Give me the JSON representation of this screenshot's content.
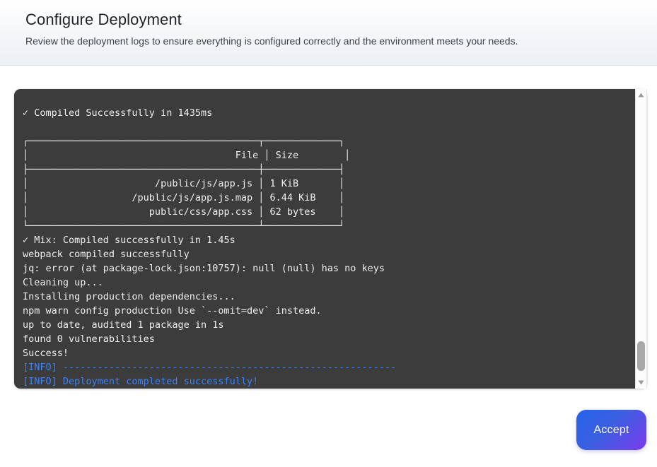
{
  "header": {
    "title": "Configure Deployment",
    "subtitle": "Review the deployment logs to ensure everything is configured correctly and the environment meets your needs."
  },
  "terminal": {
    "background_color": "#3c3c3c",
    "text_color": "#efefef",
    "info_color": "#3b82f6",
    "lines": [
      {
        "text": "✓ Compiled Successfully in 1435ms",
        "style": "normal"
      },
      {
        "text": "",
        "style": "blank"
      },
      {
        "text": "┌────────────────────────────────────────┬─────────────┐",
        "style": "normal"
      },
      {
        "text": "│                                    File │ Size        │",
        "style": "normal"
      },
      {
        "text": "├────────────────────────────────────────┼─────────────┤",
        "style": "normal"
      },
      {
        "text": "│                      /public/js/app.js │ 1 KiB       │",
        "style": "normal"
      },
      {
        "text": "│                  /public/js/app.js.map │ 6.44 KiB    │",
        "style": "normal"
      },
      {
        "text": "│                     public/css/app.css │ 62 bytes    │",
        "style": "normal"
      },
      {
        "text": "└────────────────────────────────────────┴─────────────┘",
        "style": "normal"
      },
      {
        "text": "✓ Mix: Compiled successfully in 1.45s",
        "style": "normal"
      },
      {
        "text": "webpack compiled successfully",
        "style": "normal"
      },
      {
        "text": "jq: error (at package-lock.json:10757): null (null) has no keys",
        "style": "normal"
      },
      {
        "text": "Cleaning up...",
        "style": "normal"
      },
      {
        "text": "Installing production dependencies...",
        "style": "normal"
      },
      {
        "text": "npm warn config production Use `--omit=dev` instead.",
        "style": "normal"
      },
      {
        "text": "up to date, audited 1 package in 1s",
        "style": "normal"
      },
      {
        "text": "found 0 vulnerabilities",
        "style": "normal"
      },
      {
        "text": "Success!",
        "style": "normal"
      },
      {
        "text": "[INFO] ----------------------------------------------------------",
        "style": "info"
      },
      {
        "text": "[INFO] Deployment completed successfully!",
        "style": "info"
      }
    ],
    "table": {
      "columns": [
        "File",
        "Size"
      ],
      "rows": [
        [
          "/public/js/app.js",
          "1 KiB"
        ],
        [
          "/public/js/app.js.map",
          "6.44 KiB"
        ],
        [
          "public/css/app.css",
          "62 bytes"
        ]
      ]
    }
  },
  "scrollbar": {
    "up_arrow_icon": "triangle-up-icon",
    "down_arrow_icon": "triangle-down-icon",
    "thumb_position": "near-bottom"
  },
  "footer": {
    "accept_label": "Accept",
    "accept_gradient_start": "#2563eb",
    "accept_gradient_end": "#7c3aed"
  }
}
